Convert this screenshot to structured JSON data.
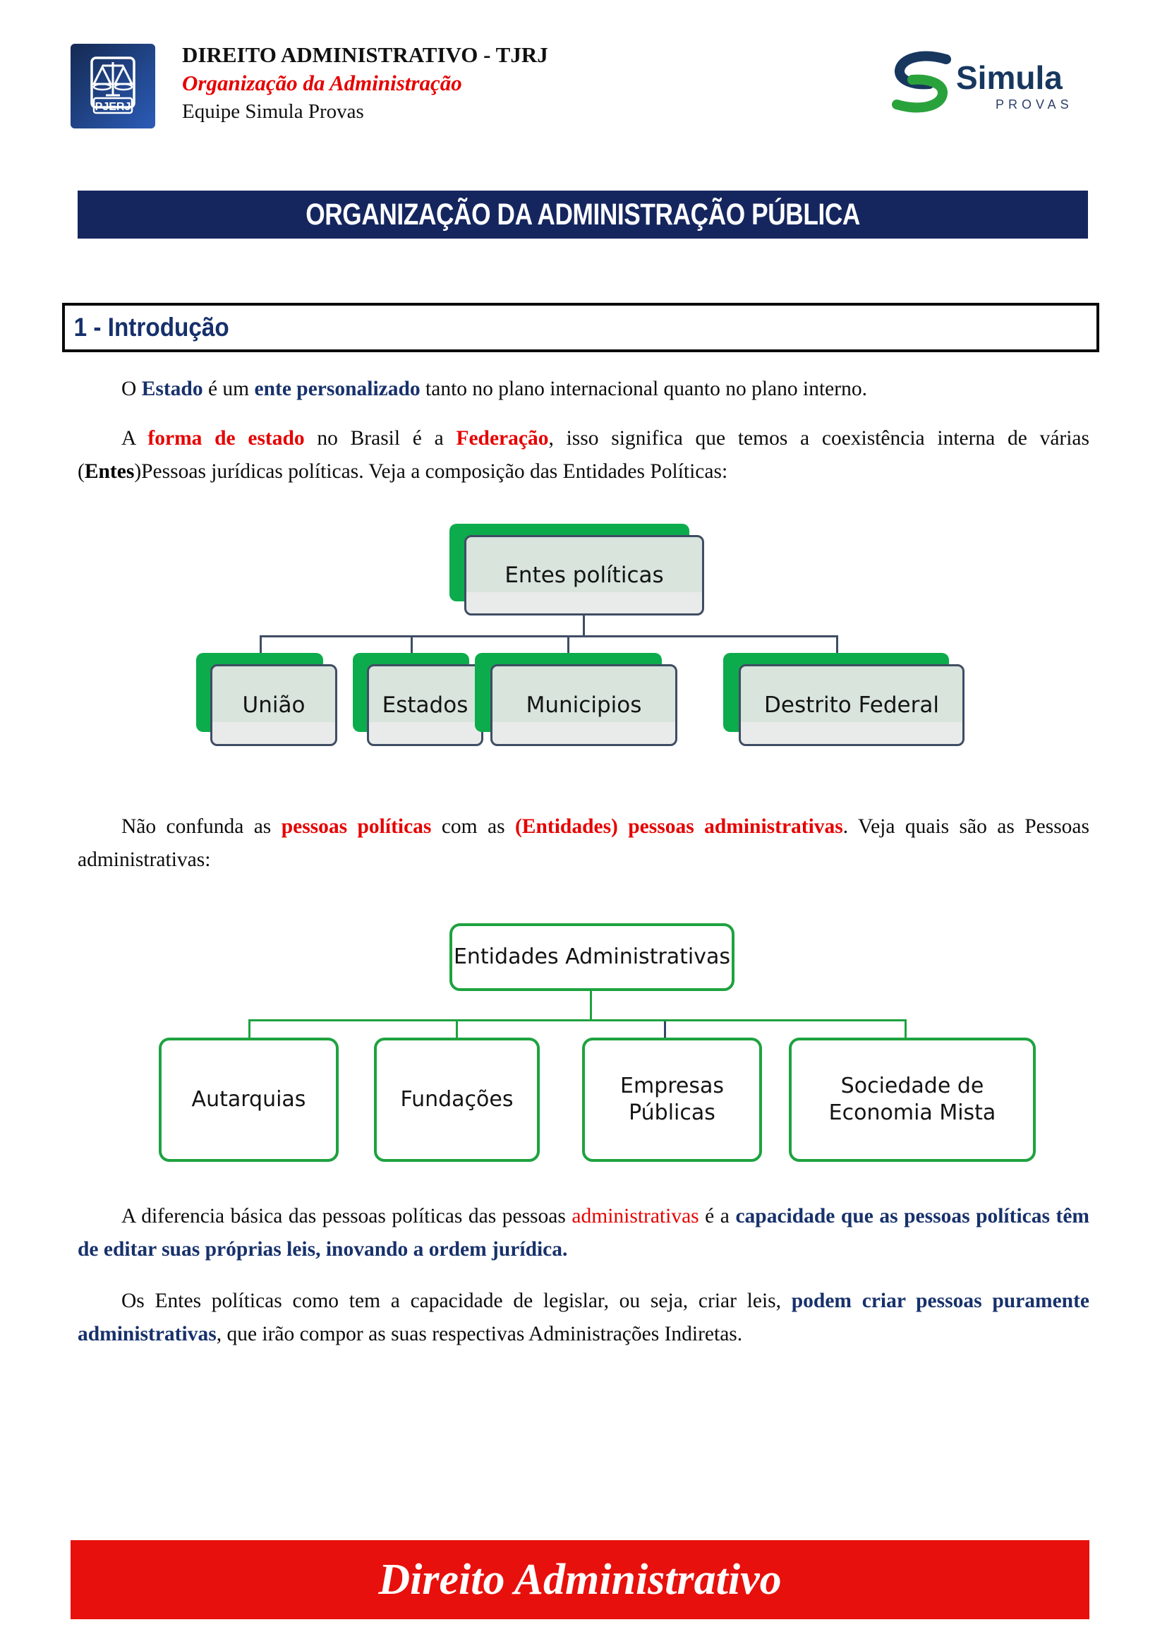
{
  "header": {
    "logo": {
      "label": "PJERJ"
    },
    "title": "DIREITO ADMINISTRATIVO - TJRJ",
    "subtitle": "Organização da Administração",
    "team": "Equipe Simula Provas",
    "brand": {
      "name": "Simula",
      "sub": "PROVAS"
    }
  },
  "banner": {
    "title": "ORGANIZAÇÃO DA ADMINISTRAÇÃO PÚBLICA"
  },
  "section": {
    "title": "1 - Introdução"
  },
  "paragraphs": {
    "p1": [
      {
        "t": "O ",
        "style": "normal"
      },
      {
        "t": "Estado",
        "style": "bold-navy"
      },
      {
        "t": " é um ",
        "style": "normal"
      },
      {
        "t": "ente personalizado",
        "style": "bold-navy"
      },
      {
        "t": " tanto no plano internacional quanto no plano interno.",
        "style": "normal"
      }
    ],
    "p2": [
      {
        "t": "A ",
        "style": "normal"
      },
      {
        "t": "forma de estado",
        "style": "bold-red"
      },
      {
        "t": " no Brasil é a ",
        "style": "normal"
      },
      {
        "t": "Federação",
        "style": "bold-red"
      },
      {
        "t": ", isso significa que temos a coexistência interna de várias (",
        "style": "normal"
      },
      {
        "t": "Entes",
        "style": "bold-black"
      },
      {
        "t": ")Pessoas jurídicas políticas. Veja a composição das Entidades Políticas:",
        "style": "normal"
      }
    ],
    "p3": [
      {
        "t": "Não confunda as ",
        "style": "normal"
      },
      {
        "t": "pessoas políticas",
        "style": "bold-red"
      },
      {
        "t": " com as ",
        "style": "normal"
      },
      {
        "t": "(Entidades) pessoas administrativas",
        "style": "bold-red"
      },
      {
        "t": ". Veja quais são as Pessoas administrativas:",
        "style": "normal"
      }
    ],
    "p4": [
      {
        "t": "A diferencia básica das pessoas políticas das pessoas ",
        "style": "normal"
      },
      {
        "t": "administrativas",
        "style": "red"
      },
      {
        "t": " é a ",
        "style": "normal"
      },
      {
        "t": "capacidade que as pessoas políticas têm de editar suas próprias leis, inovando a ordem jurídica.",
        "style": "bold-navy"
      }
    ],
    "p5": [
      {
        "t": "Os Entes políticas como tem a capacidade de legislar, ou seja, criar leis, ",
        "style": "normal"
      },
      {
        "t": "podem criar pessoas puramente administrativas",
        "style": "bold-navy"
      },
      {
        "t": ", que irão compor as suas respectivas Administrações Indiretas.",
        "style": "normal"
      }
    ]
  },
  "diagrams": [
    {
      "root": "Entes políticas",
      "children": [
        "União",
        "Estados",
        "Municipios",
        "Destrito Federal"
      ]
    },
    {
      "root": "Entidades Administrativas",
      "children": [
        "Autarquias",
        "Fundações",
        "Empresas Públicas",
        "Sociedade de Economia Mista"
      ]
    }
  ],
  "footer": {
    "title": "Direito Administrativo"
  },
  "colors": {
    "banner_bg": "#15265f",
    "navy_text": "#17316b",
    "red_text": "#e60000",
    "footer_bg": "#e8100c",
    "diagram1_shadow_green": "#0cac4d",
    "diagram1_border_slate": "#3f4d63",
    "diagram2_green": "#1ea23f"
  }
}
